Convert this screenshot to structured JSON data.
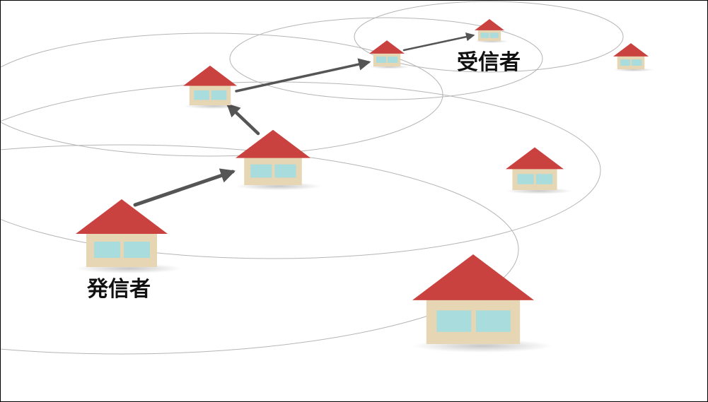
{
  "labels": {
    "sender": "発信者",
    "receiver": "受信者"
  },
  "colors": {
    "roof": "#c9423f",
    "wall": "#e6d6b4",
    "window": "#a9dcdc",
    "arrow": "#555555",
    "range_circle": "#b5b5b5"
  },
  "diagram": {
    "houses": [
      "house-1",
      "house-2",
      "house-3",
      "house-4",
      "house-5",
      "house-6",
      "house-7",
      "house-8"
    ],
    "hops": [
      {
        "from": "house-1",
        "to": "house-2"
      },
      {
        "from": "house-2",
        "to": "house-3"
      },
      {
        "from": "house-3",
        "to": "house-4"
      },
      {
        "from": "house-4",
        "to": "house-5"
      }
    ],
    "sender": "house-1",
    "receiver": "house-5"
  }
}
